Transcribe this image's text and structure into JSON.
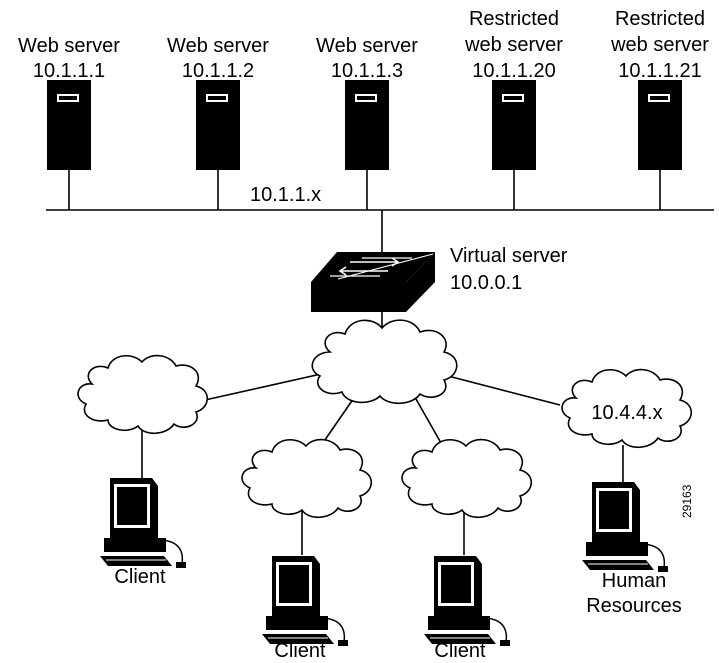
{
  "servers": [
    {
      "name": "Web server",
      "ip": "10.1.1.1"
    },
    {
      "name": "Web server",
      "ip": "10.1.1.2"
    },
    {
      "name": "Web server",
      "ip": "10.1.1.3"
    },
    {
      "name": "Restricted",
      "name2": "web server",
      "ip": "10.1.1.20"
    },
    {
      "name": "Restricted",
      "name2": "web server",
      "ip": "10.1.1.21"
    }
  ],
  "server_subnet": "10.1.1.x",
  "virtual_server": {
    "name": "Virtual server",
    "ip": "10.0.0.1"
  },
  "hr_subnet": "10.4.4.x",
  "clients": [
    "Client",
    "Client",
    "Client"
  ],
  "hr": {
    "line1": "Human",
    "line2": "Resources"
  },
  "figure_id": "29163"
}
